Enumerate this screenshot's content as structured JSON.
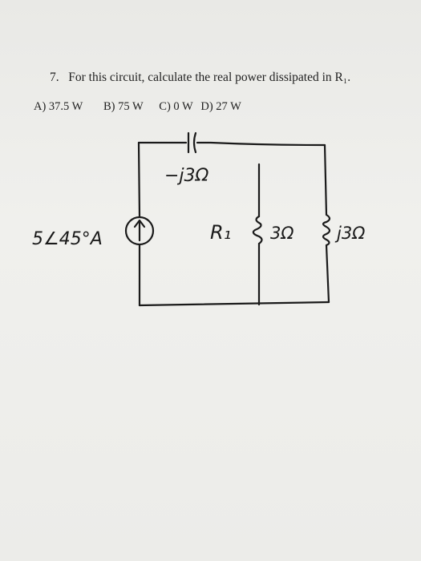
{
  "question": {
    "number": "7.",
    "text": "For this circuit, calculate the real power dissipated in R₁."
  },
  "options": {
    "a": "A) 37.5 W",
    "b": "B) 75 W",
    "c": "C) 0 W",
    "d": "D) 27 W"
  },
  "circuit": {
    "capacitor_label": "−j3Ω",
    "source_label": "5∠45°A",
    "resistor_name": "R₁",
    "resistor_value": "3Ω",
    "inductor_label": "j3Ω"
  }
}
